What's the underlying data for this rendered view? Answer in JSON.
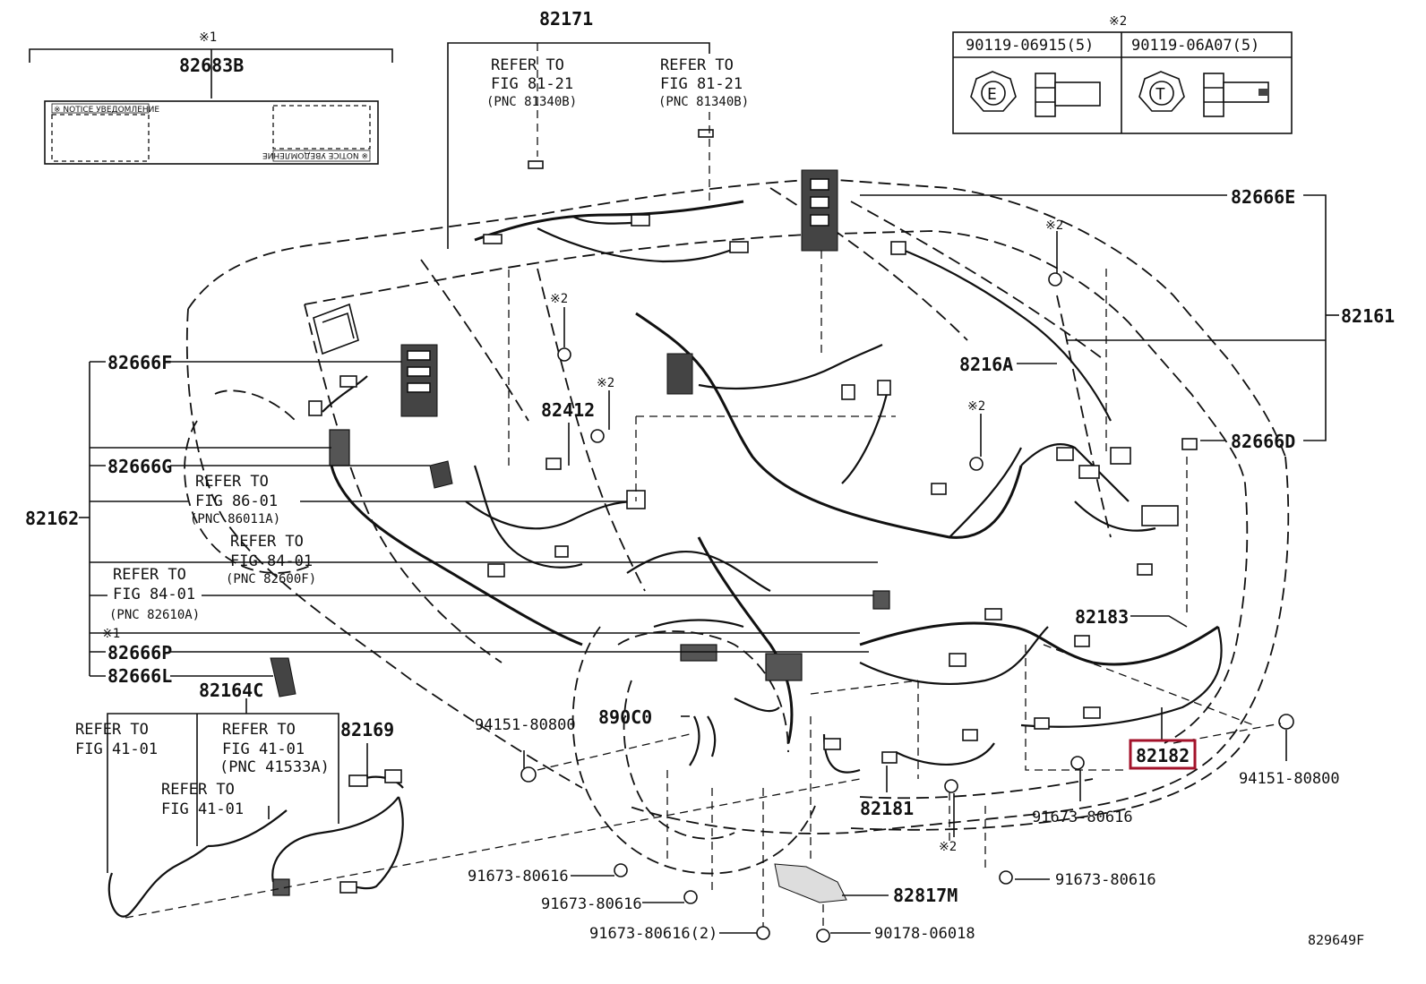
{
  "labels": {
    "p82683B": "82683B",
    "p82171": "82171",
    "p82666E": "82666E",
    "p82161": "82161",
    "p82666F": "82666F",
    "p82666G": "82666G",
    "p82162": "82162",
    "p82412": "82412",
    "p8216A": "8216A",
    "p82666D": "82666D",
    "p82183": "82183",
    "p82666P": "82666P",
    "p82666L": "82666L",
    "p82164C": "82164C",
    "p82169": "82169",
    "p890C0": "890C0",
    "p82182": "82182",
    "p82181": "82181",
    "p82817M": "82817M",
    "b94151_left": "94151-80800",
    "b94151_right": "94151-80800",
    "b91673_a": "91673-80616",
    "b91673_b": "91673-80616",
    "b91673_c": "91673-80616",
    "b91673_d": "91673-80616(2)",
    "b91673_e": "91673-80616",
    "b90178": "90178-06018",
    "figure_id": "829649F"
  },
  "notes": {
    "note1_top": "※1",
    "note1_left": "※1",
    "note2_box": "※2",
    "note2_a": "※2",
    "note2_b": "※2",
    "note2_c": "※2",
    "note2_d": "※2",
    "note2_e": "※2"
  },
  "refs": {
    "r1": [
      "REFER TO",
      "FIG 81-21",
      "(PNC 81340B)"
    ],
    "r2": [
      "REFER TO",
      "FIG 81-21",
      "(PNC 81340B)"
    ],
    "r3": [
      "REFER TO",
      "FIG 86-01",
      "(PNC 86011A)"
    ],
    "r4": [
      "REFER TO",
      "FIG 84-01",
      "(PNC 82600F)"
    ],
    "r5": [
      "REFER TO",
      "FIG 84-01",
      "(PNC 82610A)"
    ],
    "r6": [
      "REFER TO",
      "FIG 41-01"
    ],
    "r7": [
      "REFER TO",
      "FIG 41-01",
      "(PNC 41533A)"
    ],
    "r8": [
      "REFER TO",
      "FIG 41-01"
    ]
  },
  "bolt_table": {
    "col1": "90119-06915(5)",
    "col2": "90119-06A07(5)",
    "mark1": "E",
    "mark2": "T"
  },
  "notice_label": {
    "text": "※ NOTICE УВЕДОМЛЕНИЕ"
  },
  "highlight_color": "#a3122a"
}
